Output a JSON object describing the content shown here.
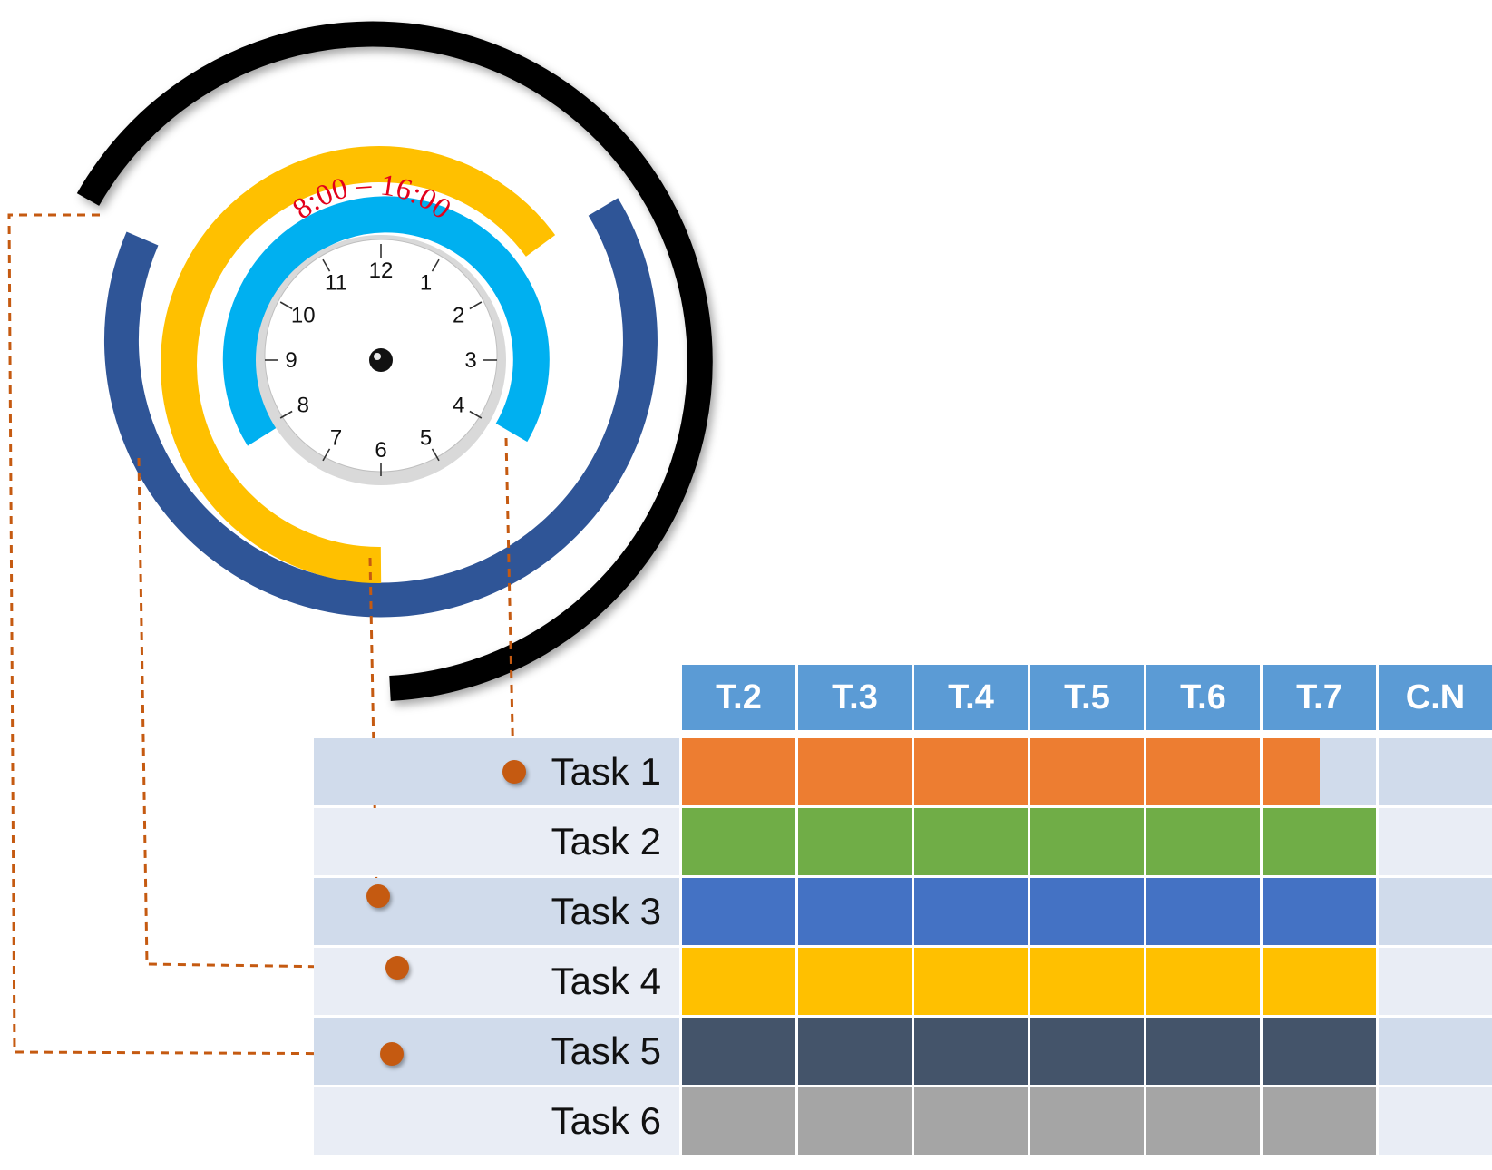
{
  "clock": {
    "hours_label": "8:00 – 16:00",
    "numerals": [
      "12",
      "1",
      "2",
      "3",
      "4",
      "5",
      "6",
      "7",
      "8",
      "9",
      "10",
      "11"
    ]
  },
  "table": {
    "days": [
      "T.2",
      "T.3",
      "T.4",
      "T.5",
      "T.6",
      "T.7",
      "C.N"
    ],
    "tasks": [
      {
        "label": "Task 1",
        "color": "#ed7d31",
        "span_days": 5.5
      },
      {
        "label": "Task 2",
        "color": "#70ad47",
        "span_days": 6
      },
      {
        "label": "Task 3",
        "color": "#4472c4",
        "span_days": 6
      },
      {
        "label": "Task 4",
        "color": "#ffc000",
        "span_days": 6
      },
      {
        "label": "Task 5",
        "color": "#44546a",
        "span_days": 6
      },
      {
        "label": "Task 6",
        "color": "#a5a5a5",
        "span_days": 6
      }
    ],
    "row_colors": [
      "#d0dbeb",
      "#e9edf5"
    ]
  },
  "colors": {
    "header": "#5b9bd5",
    "connector": "#c55a11",
    "ring_black": "#000000",
    "ring_blue": "#2f5597",
    "ring_yellow": "#ffc000",
    "ring_cyan": "#00b0f0",
    "clock_label": "#e3001b"
  }
}
